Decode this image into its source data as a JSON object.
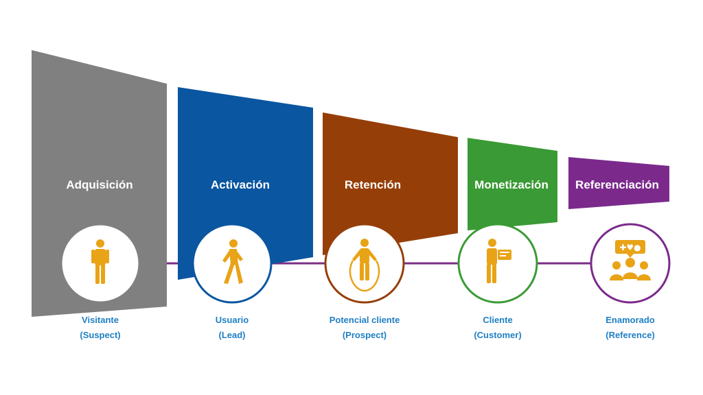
{
  "colors": {
    "icon": "#E8A317",
    "caption": "#1F7FC4",
    "connector": "#7A2E86"
  },
  "stages": [
    {
      "id": "adquisicion",
      "label": "Adquisición",
      "color": "#808080",
      "caption_line1": "Visitante",
      "caption_line2": "(Suspect)",
      "icon": "standing-person-icon"
    },
    {
      "id": "activacion",
      "label": "Activación",
      "color": "#0A56A0",
      "caption_line1": "Usuario",
      "caption_line2": "(Lead)",
      "icon": "walking-person-icon"
    },
    {
      "id": "retencion",
      "label": "Retención",
      "color": "#963E08",
      "caption_line1": "Potencial cliente",
      "caption_line2": "(Prospect)",
      "icon": "jump-rope-person-icon"
    },
    {
      "id": "monetizacion",
      "label": "Monetización",
      "color": "#3A9A35",
      "caption_line1": "Cliente",
      "caption_line2": "(Customer)",
      "icon": "person-with-card-icon"
    },
    {
      "id": "referenciacion",
      "label": "Referenciación",
      "color": "#7B2A8C",
      "caption_line1": "Enamorado",
      "caption_line2": "(Reference)",
      "icon": "group-with-hearts-icon"
    }
  ]
}
